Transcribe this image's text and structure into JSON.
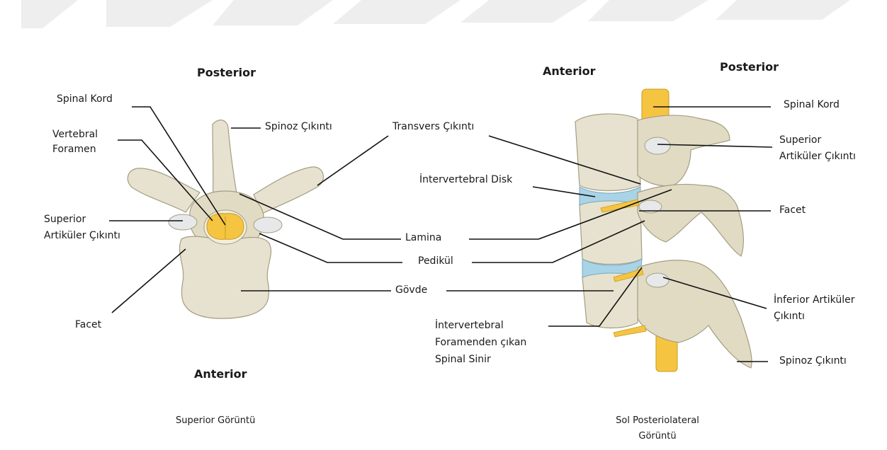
{
  "colors": {
    "bone": "#e7e2cf",
    "bone_shade": "#c9c2a6",
    "bone_outline": "#a49d82",
    "disc": "#a9d3e6",
    "cartilage": "#e6e8e9",
    "nerve": "#f5c542",
    "leader": "#111111",
    "top_band": "#eaeaea"
  },
  "left_view": {
    "posterior_heading": "Posterior",
    "anterior_heading": "Anterior",
    "caption": "Superior Görüntü",
    "labels": {
      "spinal_cord": "Spinal Kord",
      "vertebral_foramen_1": "Vertebral",
      "vertebral_foramen_2": "Foramen",
      "superior_articular_1": "Superior",
      "superior_articular_2": "Artiküler Çıkıntı",
      "facet": "Facet",
      "spinous_process": "Spinoz Çıkıntı"
    }
  },
  "center_labels": {
    "transverse_process": "Transvers Çıkıntı",
    "intervertebral_disk": "İntervertebral Disk",
    "lamina": "Lamina",
    "pedicle": "Pedikül",
    "body": "Gövde",
    "spinal_nerve_1": "İntervertebral",
    "spinal_nerve_2": "Foramenden çıkan",
    "spinal_nerve_3": "Spinal Sinir"
  },
  "right_view": {
    "anterior_heading": "Anterior",
    "posterior_heading": "Posterior",
    "caption_1": "Sol Posteriolateral",
    "caption_2": "Görüntü",
    "labels": {
      "spinal_cord": "Spinal Kord",
      "superior_articular_1": "Superior",
      "superior_articular_2": "Artiküler Çıkıntı",
      "facet": "Facet",
      "inferior_articular_1": "İnferior Artiküler",
      "inferior_articular_2": "Çıkıntı",
      "spinous_process": "Spinoz Çıkıntı"
    }
  }
}
